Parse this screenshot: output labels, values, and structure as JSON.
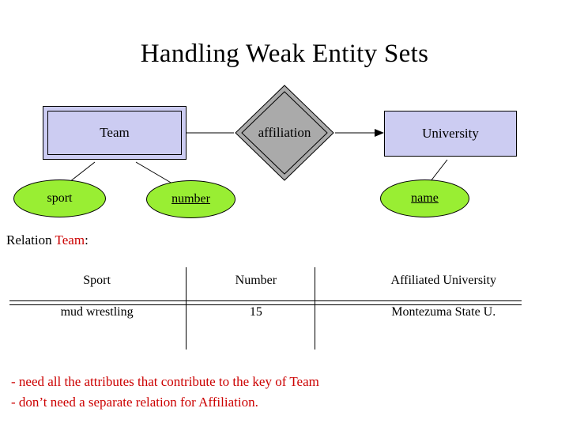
{
  "slide": {
    "title": "Handling Weak Entity Sets",
    "background": "#ffffff"
  },
  "colors": {
    "entity_fill": "#ccccf2",
    "attribute_fill": "#99ee33",
    "relationship_fill": "#aaaaaa",
    "note_text": "#cc0000",
    "outline": "#000000"
  },
  "er_diagram": {
    "entities": [
      {
        "id": "team",
        "label": "Team",
        "type": "weak-entity",
        "double_border": true
      },
      {
        "id": "university",
        "label": "University",
        "type": "entity",
        "double_border": false
      }
    ],
    "relationships": [
      {
        "id": "affiliation",
        "label": "affiliation",
        "shape": "diamond",
        "double_border": true,
        "arrow_to": "University"
      }
    ],
    "attributes": [
      {
        "id": "sport",
        "label": "sport",
        "underlined": false,
        "owner": "Team"
      },
      {
        "id": "number",
        "label": "number",
        "underlined": true,
        "owner": "Team",
        "discriminator": true
      },
      {
        "id": "name",
        "label": "name",
        "underlined": true,
        "owner": "University",
        "key": true
      }
    ]
  },
  "relation": {
    "prefix": "Relation ",
    "name": "Team",
    "suffix": ":",
    "table": {
      "type": "table",
      "columns": [
        "Sport",
        "Number",
        "Affiliated University"
      ],
      "rows": [
        [
          "mud wrestling",
          "15",
          "Montezuma State U."
        ]
      ]
    }
  },
  "notes": [
    "- need all the attributes that contribute to the key of Team",
    "- don’t need a separate relation for Affiliation."
  ]
}
